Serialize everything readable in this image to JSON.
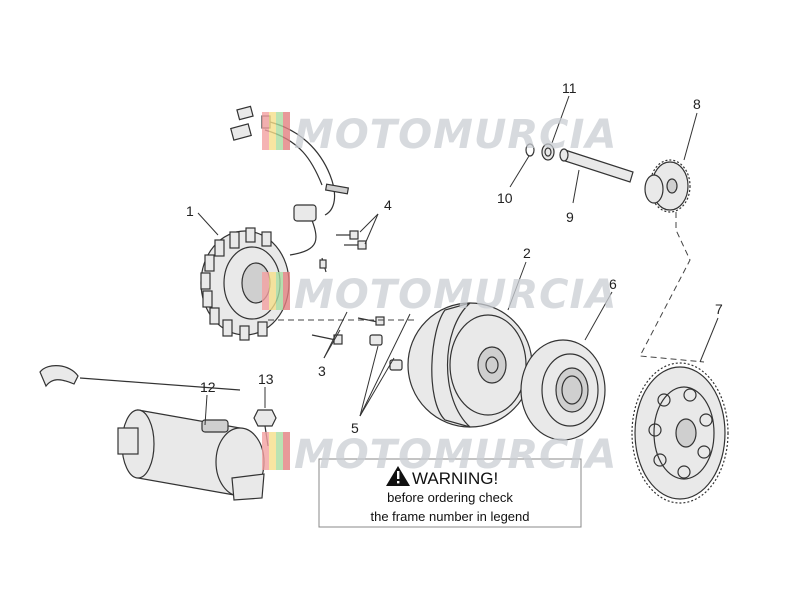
{
  "diagram": {
    "callouts": {
      "c1": "1",
      "c2": "2",
      "c3": "3",
      "c4": "4",
      "c5": "5",
      "c6": "6",
      "c7": "7",
      "c8": "8",
      "c9": "9",
      "c10": "10",
      "c11": "11",
      "c12": "12",
      "c13": "13"
    },
    "watermark": {
      "text": "MOTOMURCIA"
    },
    "warning": {
      "title": "WARNING!",
      "line1": "before ordering check",
      "line2": "the frame number in legend"
    }
  }
}
